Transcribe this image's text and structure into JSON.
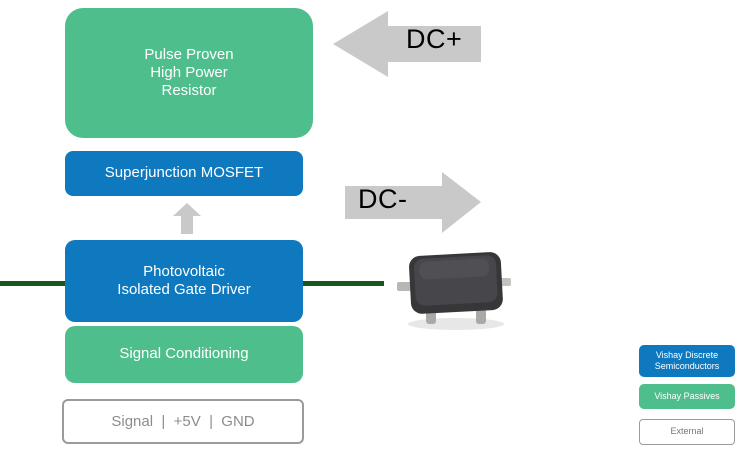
{
  "diagram": {
    "blocks": {
      "resistor": "Pulse Proven\nHigh Power\nResistor",
      "mosfet": "Superjunction MOSFET",
      "gate_driver": "Photovoltaic\nIsolated Gate Driver",
      "signal_conditioning": "Signal Conditioning",
      "io": "Signal  |  +5V  |  GND"
    },
    "arrows": {
      "dc_plus": "DC+",
      "dc_minus": "DC-"
    },
    "legend": [
      {
        "label": "Vishay Discrete\nSemiconductors",
        "style": "blue"
      },
      {
        "label": "Vishay Passives",
        "style": "green"
      },
      {
        "label": "External",
        "style": "external"
      }
    ],
    "colors": {
      "green": "#4DBE8C",
      "blue": "#0E79BF",
      "arrow": "#C9C9C9",
      "wire": "#17591D",
      "neutral_border": "#9B9B9B"
    }
  }
}
